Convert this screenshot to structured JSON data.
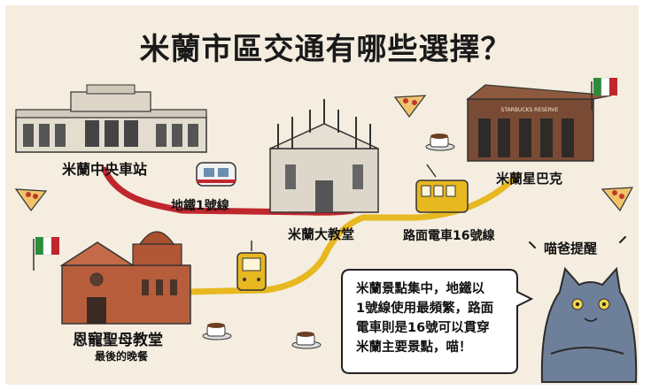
{
  "title": "米蘭市區交通有哪些選擇？",
  "places": {
    "central_station": "米蘭中央車站",
    "duomo": "米蘭大教堂",
    "starbucks": "米蘭星巴克",
    "santa_maria": "恩寵聖母教堂",
    "last_supper": "最後的晚餐"
  },
  "routes": {
    "metro": "地鐵1號線",
    "tram": "路面電車16號線"
  },
  "route_colors": {
    "metro": "#c0272d",
    "tram": "#e8b820"
  },
  "cat": {
    "badge": "喵爸提醒",
    "tip_lines": [
      "米蘭景點集中，地鐵以",
      "1號線使用最頻繁，路面",
      "電車則是16號可以貫穿",
      "米蘭主要景點，喵！"
    ]
  },
  "signs": {
    "starbucks_sign": "STARBUCKS RESERVE"
  }
}
